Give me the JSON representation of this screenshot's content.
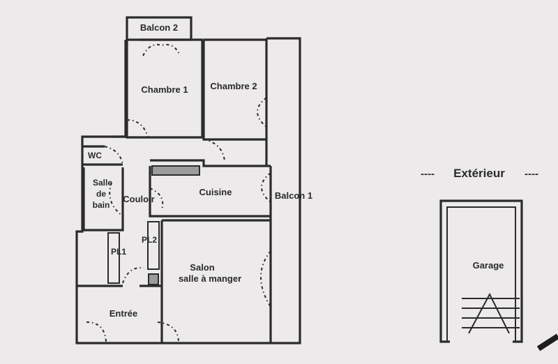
{
  "rooms": {
    "balcon2": "Balcon 2",
    "chambre1": "Chambre 1",
    "chambre2": "Chambre 2",
    "wc": "WC",
    "salle_de_bain": [
      "Salle",
      "de",
      "bain"
    ],
    "couloir": "Couloir",
    "cuisine": "Cuisine",
    "balcon1": "Balcon 1",
    "pl1": "PL1",
    "pl2": "PL2",
    "salon": [
      "Salon",
      "salle à manger"
    ],
    "entree": "Entrée",
    "garage": "Garage"
  },
  "exterieur": {
    "left_dashes": "----",
    "title": "Extérieur",
    "right_dashes": "----"
  }
}
